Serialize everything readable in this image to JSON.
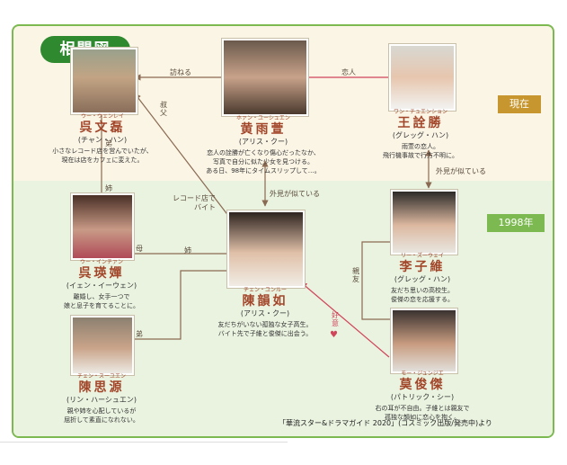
{
  "header": {
    "title": "相関図"
  },
  "era": {
    "present": "現在",
    "past": "1998年"
  },
  "people": {
    "woo": {
      "ruby": "ウー・ウェンレイ",
      "name": "呉文磊",
      "alias": "(チャン・ハン)",
      "desc1": "小さなレコード店を営んでいたが、",
      "desc2": "現在は店をカフェに変えた。"
    },
    "huang": {
      "ruby": "ホァン・ユーシュエン",
      "name": "黄雨萱",
      "alias": "(アリス・クー)",
      "desc1": "恋人の詮勝が亡くなり傷心だったなか、",
      "desc2": "写真で自分に似た少女を見つける。",
      "desc3": "ある日、98年にタイムスリップして…。"
    },
    "wang": {
      "ruby": "ワン・チュエンション",
      "name": "王詮勝",
      "alias": "(グレッグ・ハン)",
      "desc1": "雨萱の恋人。",
      "desc2": "飛行機事故で行方不明に。"
    },
    "woo_mother": {
      "ruby": "ウー・インチァン",
      "name": "呉瑛嬋",
      "alias": "(イェン・イーウェン)",
      "desc1": "離婚し、女手一つで",
      "desc2": "娘と息子を育てることに。"
    },
    "chen": {
      "ruby": "チェン・ユンルー",
      "name": "陳韻如",
      "alias": "(アリス・クー)",
      "desc1": "友だちがいない孤独な女子高生。",
      "desc2": "バイト先で子維と俊傑に出会う。"
    },
    "li": {
      "ruby": "リー・ズーウェイ",
      "name": "李子維",
      "alias": "(グレッグ・ハン)",
      "desc1": "友だち思いの高校生。",
      "desc2": "俊傑の恋を応援する。"
    },
    "chen_brother": {
      "ruby": "チェン・スーユエン",
      "name": "陳思源",
      "alias": "(リン・ハーシュエン)",
      "desc1": "親や姉を心配しているが",
      "desc2": "屈折して素直になれない。"
    },
    "mo": {
      "ruby": "モー・ジュンジエ",
      "name": "莫俊傑",
      "alias": "(パトリック・シー)",
      "desc1": "右の耳が不自由。子維とは親友で",
      "desc2": "孤独な韻如に恋心を抱く。"
    }
  },
  "relations": {
    "visits": "訪ねる",
    "lovers": "恋人",
    "uncle": "叔父",
    "looks_alike_1": "外見が似ている",
    "looks_alike_2": "外見が似ている",
    "younger_brother": "弟",
    "older_sister": "姉",
    "mother": "母",
    "sister": "姉",
    "brother": "弟",
    "record_store_line1": "レコード店で",
    "record_store_line2": "バイト",
    "best_friend": "親友",
    "like": "好意"
  },
  "source": "「華流スター&ドラマガイド 2020」(コスミック出版/発売中)より",
  "colors": {
    "accent_green": "#2f8a2f",
    "border_green": "#7cb950",
    "present_tag": "#c8962e",
    "name_color": "#a2462a",
    "like_arrow": "#d0455a",
    "line": "#8a6a52"
  }
}
